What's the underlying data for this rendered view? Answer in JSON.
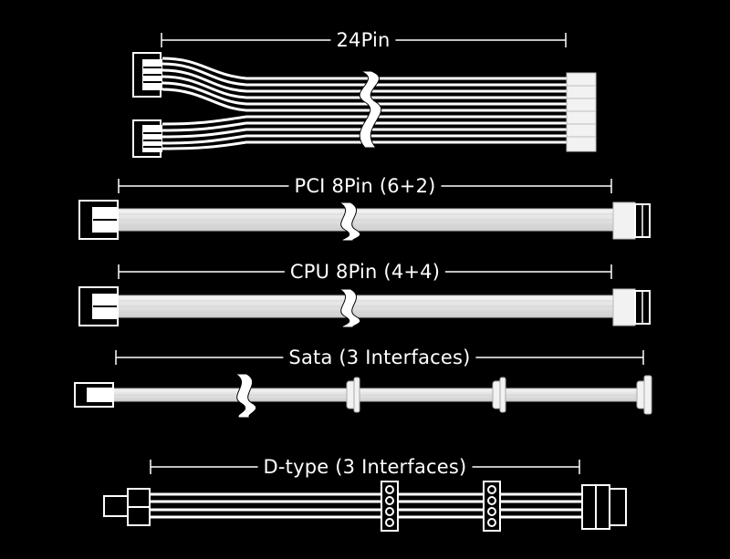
{
  "colors": {
    "background": "#000000",
    "cable": "#ffffff",
    "outline": "#bdbdbd"
  },
  "cables": [
    {
      "label": "24Pin"
    },
    {
      "label": "PCI 8Pin (6+2)"
    },
    {
      "label": "CPU 8Pin (4+4)"
    },
    {
      "label": "Sata (3 Interfaces)"
    },
    {
      "label": "D-type (3 Interfaces)"
    }
  ]
}
